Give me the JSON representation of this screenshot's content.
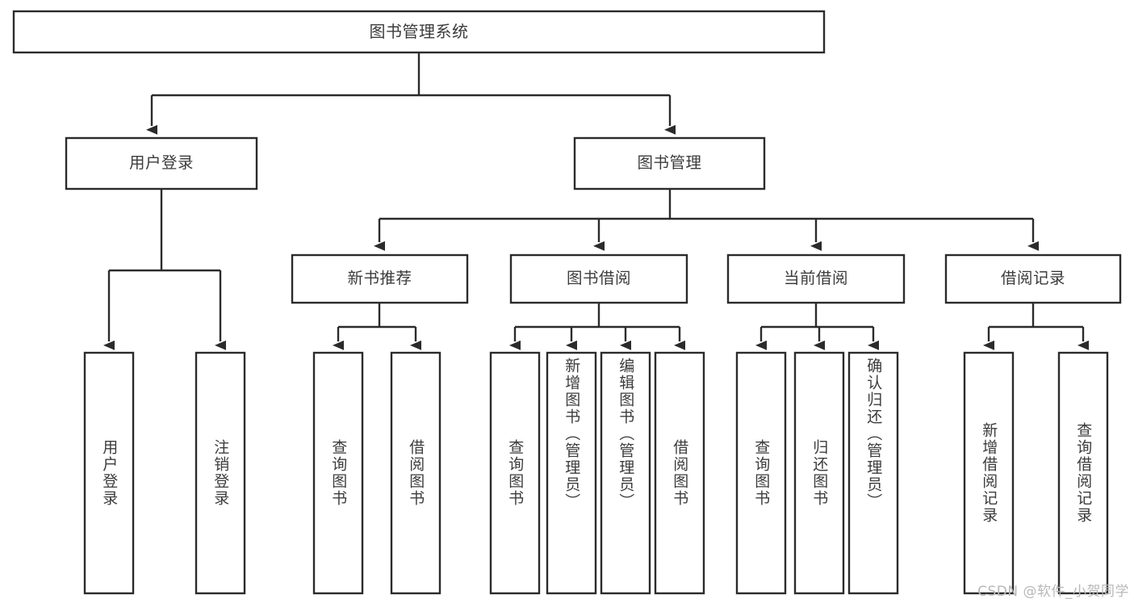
{
  "diagram": {
    "title": "图书管理系统",
    "type": "hierarchy-tree",
    "watermark": "CSDN @软件_小贺同学",
    "colors": {
      "stroke": "#2b2b2b",
      "text": "#3c3c3c",
      "background": "#ffffff",
      "watermark": "#b8b8b8"
    },
    "levels": {
      "root": {
        "label": "图书管理系统"
      },
      "level2": [
        {
          "label": "用户登录"
        },
        {
          "label": "图书管理"
        }
      ],
      "level3": [
        {
          "label": "新书推荐"
        },
        {
          "label": "图书借阅"
        },
        {
          "label": "当前借阅"
        },
        {
          "label": "借阅记录"
        }
      ],
      "leaves": {
        "user_login": [
          {
            "label": "用户登录"
          },
          {
            "label": "注销登录"
          }
        ],
        "new_book_recommend": [
          {
            "label": "查询图书"
          },
          {
            "label": "借阅图书"
          }
        ],
        "book_borrow": [
          {
            "label": "查询图书"
          },
          {
            "label": "新增图书（管理员）"
          },
          {
            "label": "编辑图书（管理员）"
          },
          {
            "label": "借阅图书"
          }
        ],
        "current_borrow": [
          {
            "label": "查询图书"
          },
          {
            "label": "归还图书"
          },
          {
            "label": "确认归还（管理员）"
          }
        ],
        "borrow_record": [
          {
            "label": "新增借阅记录"
          },
          {
            "label": "查询借阅记录"
          }
        ]
      }
    }
  }
}
